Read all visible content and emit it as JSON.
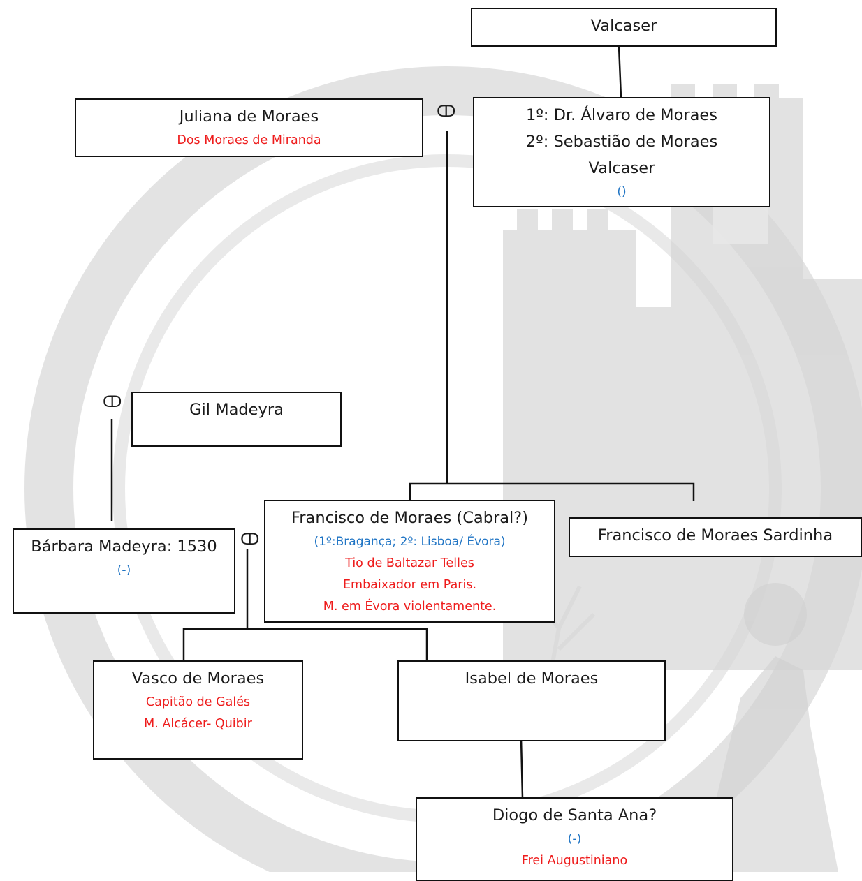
{
  "colors": {
    "name": "#1a1a1a",
    "note_red": "#ee1c1c",
    "note_blue": "#1f74c4",
    "border": "#111111",
    "watermark": "#cfcfcf"
  },
  "marriage_symbol": "ↀ",
  "persons": {
    "valcaser": {
      "name": "Valcaser"
    },
    "alvaro": {
      "line1": "1º: Dr. Álvaro de Moraes",
      "line2": "2º: Sebastião de Moraes",
      "line3": "Valcaser",
      "dates": "()"
    },
    "juliana": {
      "name": "Juliana de Moraes",
      "note": "Dos Moraes de Miranda"
    },
    "gil": {
      "name": "Gil Madeyra"
    },
    "barbara": {
      "name": "Bárbara Madeyra: 1530",
      "dates": "(-)"
    },
    "francisco": {
      "name": "Francisco de Moraes (Cabral?)",
      "places": "(1º:Bragança; 2º: Lisboa/ Évora)",
      "note1": "Tio de Baltazar Telles",
      "note2": "Embaixador em Paris.",
      "note3": "M. em Évora violentamente."
    },
    "sardinha": {
      "name": "Francisco de Moraes Sardinha"
    },
    "vasco": {
      "name": "Vasco de Moraes",
      "note1": "Capitão de Galés",
      "note2": "M. Alcácer- Quibir"
    },
    "isabel": {
      "name": "Isabel de Moraes"
    },
    "diogo": {
      "name": "Diogo de Santa Ana?",
      "dates": "(-)",
      "note": "Frei Augustiniano"
    }
  }
}
